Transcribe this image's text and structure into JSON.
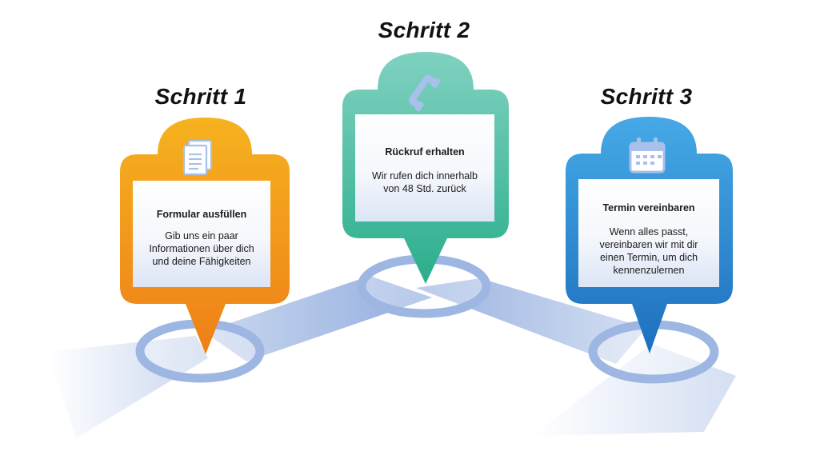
{
  "steps": [
    {
      "title": "Schritt 1",
      "heading": "Formular ausfüllen",
      "description": "Gib uns ein paar Informationen über dich und deine Fähigkeiten",
      "icon": "document-icon",
      "color": "#F2A21A"
    },
    {
      "title": "Schritt 2",
      "heading": "Rückruf erhalten",
      "description": "Wir rufen dich innerhalb von 48 Std. zurück",
      "icon": "phone-icon",
      "color": "#3DB59A"
    },
    {
      "title": "Schritt 3",
      "heading": "Termin vereinbaren",
      "description": "Wenn alles passt, vereinbaren wir mit dir einen Termin, um dich kennenzulernen",
      "icon": "calendar-icon",
      "color": "#2F8FD6"
    }
  ],
  "colors": {
    "step1_accent": "#F2A21A",
    "step2_accent": "#3DB59A",
    "step3_accent": "#2F8FD6",
    "ring": "#9DB6E2",
    "icon": "#A9C0EA"
  }
}
